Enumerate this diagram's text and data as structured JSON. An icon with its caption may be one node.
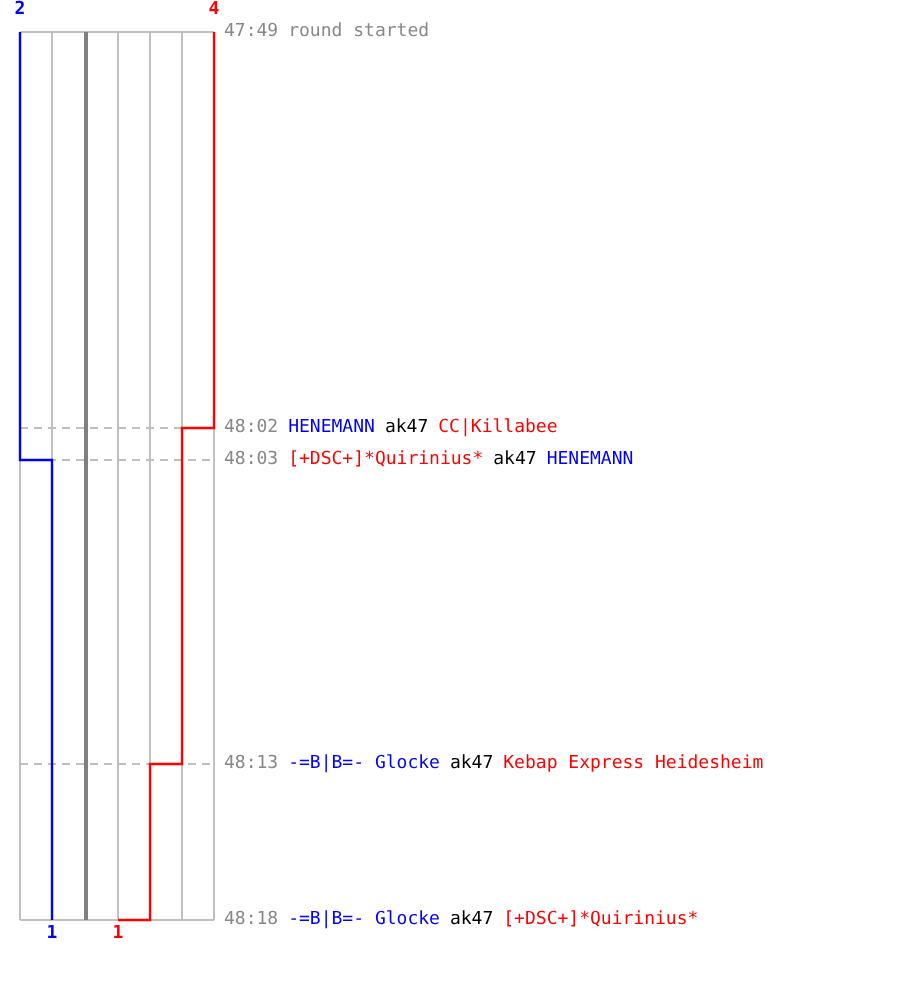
{
  "diagram": {
    "labels": [
      "2",
      "4",
      "47:49",
      "round started",
      "48:02",
      "HENEMANN",
      "ak47",
      "CC|Killabee",
      "48:03",
      "[+DSC+]*Quirinius*",
      "ak47",
      "HENEMANN",
      "48:13",
      "-=B|B=- Glocke",
      "ak47",
      "Kebap Express Heidesheim",
      "48:18",
      "-=B|B=- Glocke",
      "ak47",
      "[+DSC+]*Quirinius*",
      "1",
      "1"
    ]
  }
}
